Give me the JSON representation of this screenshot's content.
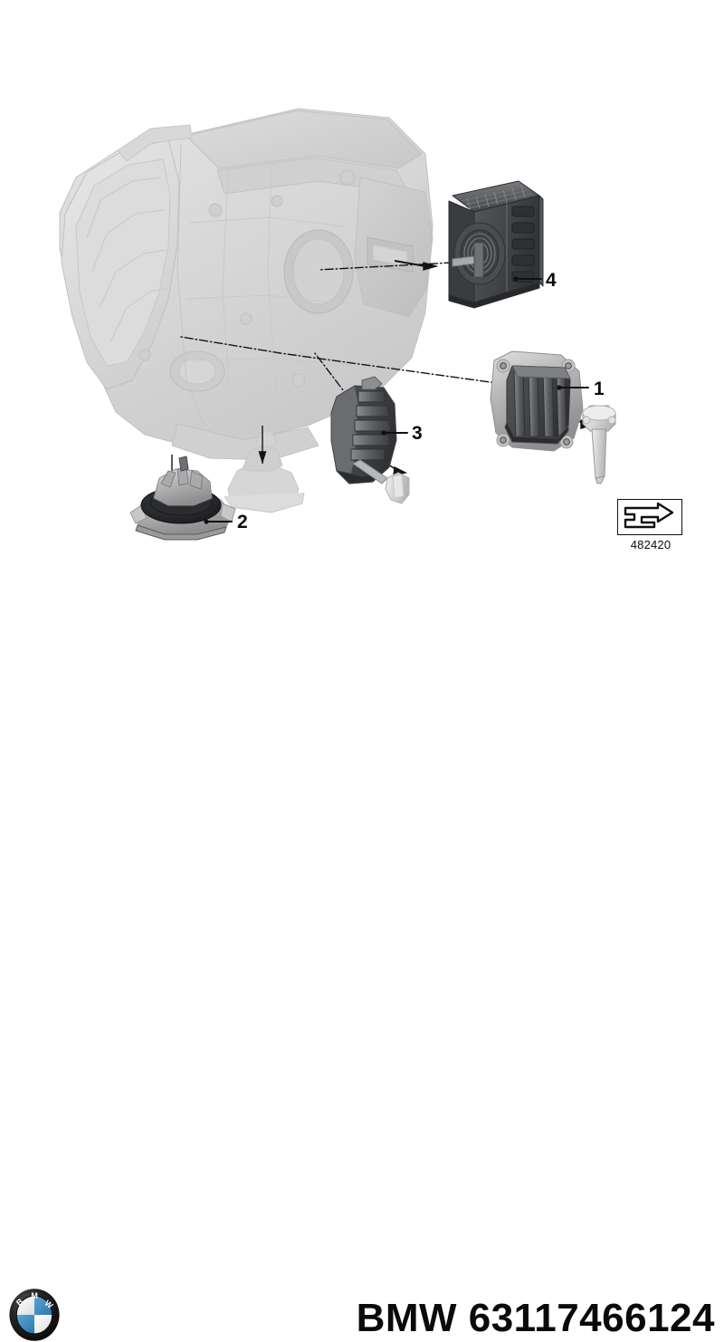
{
  "document": {
    "type": "spare-parts-exploded-diagram",
    "subject": "Headlight electronic modules and LED units"
  },
  "diagram": {
    "callouts": [
      {
        "id": "1",
        "label": "1",
        "target": "headlight-control-module-finned"
      },
      {
        "id": "2",
        "label": "2",
        "target": "led-module-round"
      },
      {
        "id": "3",
        "label": "3",
        "target": "led-driver-module-ribbed"
      },
      {
        "id": "4",
        "label": "4",
        "target": "headlight-ballast-unit"
      }
    ],
    "reference_badge": {
      "icon": "bent-arrow-icon",
      "number": "482420"
    },
    "parts": {
      "housing": {
        "name": "headlight-housing-ghost",
        "style": "ghosted-outline"
      },
      "item1": {
        "name": "control-module-finned"
      },
      "item2": {
        "name": "led-module-round"
      },
      "item3": {
        "name": "led-driver-module-ribbed"
      },
      "item4": {
        "name": "ballast-control-unit"
      },
      "screws": [
        {
          "name": "mounting-screw-large"
        },
        {
          "name": "mounting-clip-small"
        }
      ]
    }
  },
  "footer": {
    "brand": "BMW",
    "part_number": "63117466124",
    "caption": "BMW 63117466124",
    "logo": {
      "name": "bmw-roundel-logo",
      "text_top": "BMW",
      "color_blue": "#3d8fc4",
      "color_white": "#ffffff",
      "color_ring": "#121212"
    }
  },
  "colors": {
    "ghost_fill": "#d5d5d5",
    "ghost_line": "#c2c2c2",
    "dark_part": "#5a5c5e",
    "dark_part_shadow": "#38393b",
    "mid_part": "#9a9c9e",
    "light_part": "#d8d8d8",
    "line": "#111111",
    "background": "#ffffff"
  }
}
